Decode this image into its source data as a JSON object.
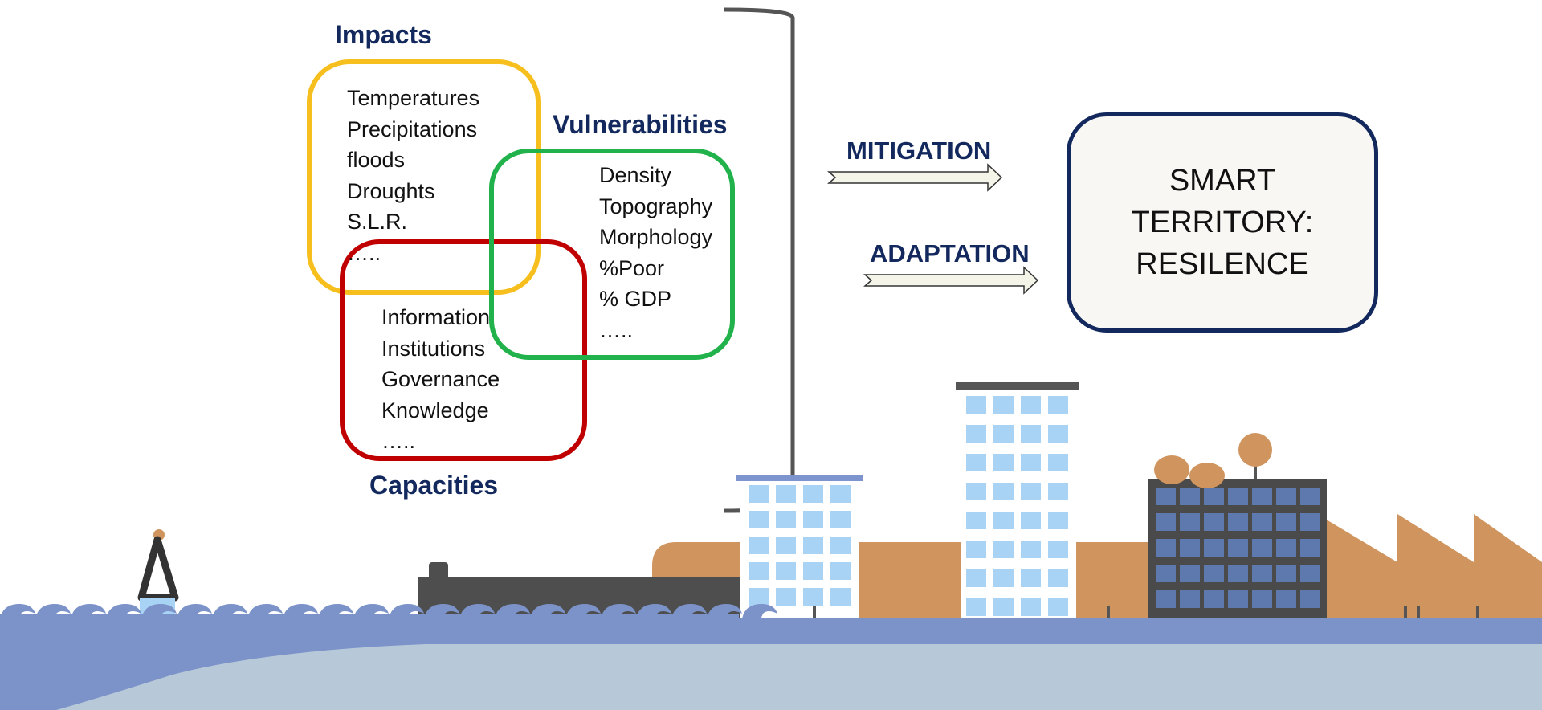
{
  "impacts": {
    "heading": "Impacts",
    "items": [
      "Temperatures",
      "Precipitations",
      "floods",
      "Droughts",
      "S.L.R.",
      "….."
    ],
    "color": "#f7bf1d"
  },
  "vulnerabilities": {
    "heading": "Vulnerabilities",
    "items": [
      "Density",
      "Topography",
      "Morphology",
      "%Poor",
      "% GDP",
      "….."
    ],
    "color": "#22b24c"
  },
  "capacities": {
    "heading": "Capacities",
    "items": [
      "Information",
      "Institutions",
      "Governance",
      "Knowledge",
      "….."
    ],
    "color": "#c00000"
  },
  "arrows": {
    "mitigation": "MITIGATION",
    "adaptation": "ADAPTATION"
  },
  "result": {
    "lines": [
      "SMART",
      "TERRITORY:",
      "RESILENCE"
    ]
  },
  "colors": {
    "heading": "#13295e",
    "sea": "#7c93c9",
    "land": "#b7c9d8",
    "brown": "#d0955f",
    "dark_building": "#4b4b4b",
    "window": "#a9d3f4"
  }
}
